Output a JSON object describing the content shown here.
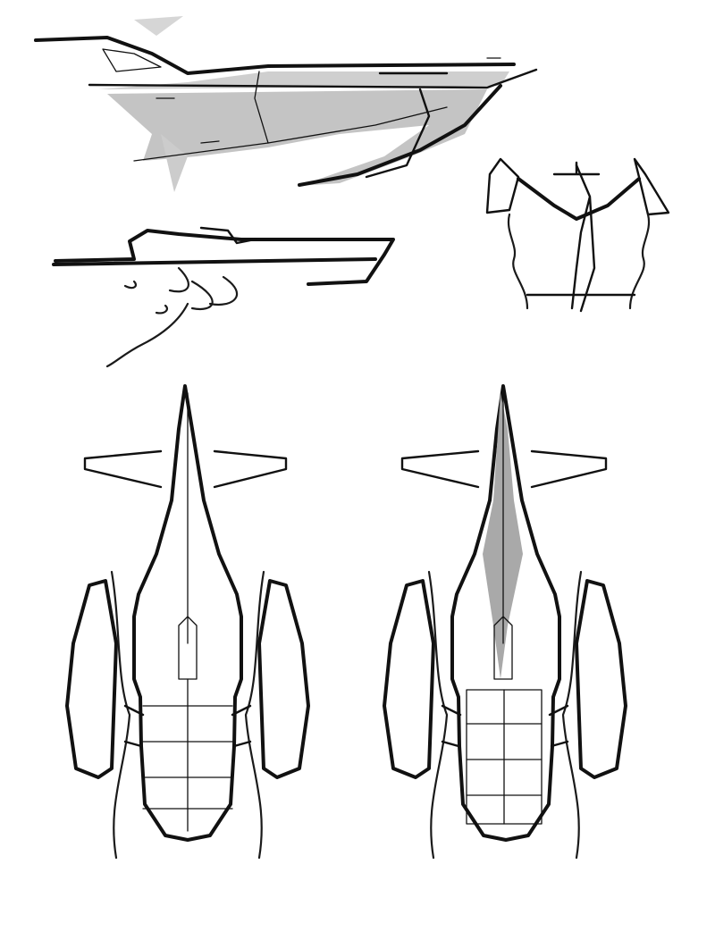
{
  "image": {
    "subject": "spaceship-concept-sketch-sheet",
    "views": [
      {
        "name": "side-view-large"
      },
      {
        "name": "side-view-small"
      },
      {
        "name": "front-view"
      },
      {
        "name": "top-view-lineart"
      },
      {
        "name": "top-view-shaded"
      }
    ]
  },
  "colors": {
    "background": "#ffffff",
    "ink": "#111111",
    "shade_light": "#d9d9d9",
    "shade_mid": "#bdbdbd",
    "shade_dark": "#9a9a9a",
    "hazard_yellow": "#f2dd1c"
  }
}
